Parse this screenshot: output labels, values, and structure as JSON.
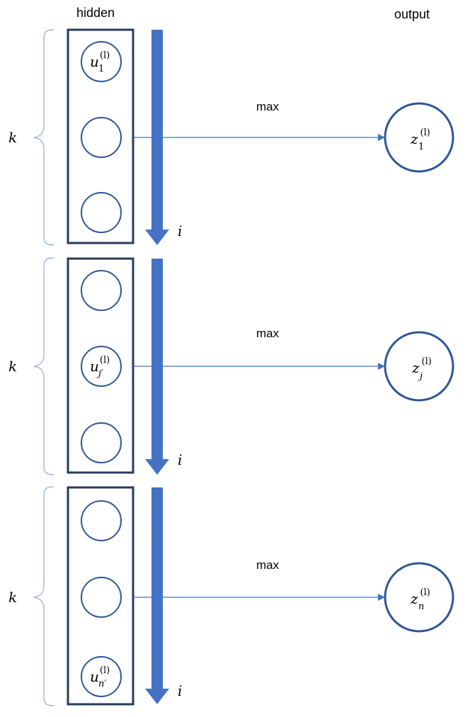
{
  "headers": {
    "hidden": "hidden",
    "output": "output"
  },
  "colors": {
    "box_border": "#263b5c",
    "node_border": "#2f5597",
    "arrow_fill": "#4472c4",
    "brace": "#8faadc"
  },
  "groups": [
    {
      "k_label": "k",
      "i_label": "i",
      "max_label": "max",
      "nodes": [
        {
          "base": "u",
          "sub": "1",
          "sup": "(l)"
        },
        {
          "base": "",
          "sub": "",
          "sup": ""
        },
        {
          "base": "",
          "sub": "",
          "sup": ""
        }
      ],
      "output": {
        "base": "z",
        "sub": "1",
        "sup": "(l)"
      }
    },
    {
      "k_label": "k",
      "i_label": "i",
      "max_label": "max",
      "nodes": [
        {
          "base": "",
          "sub": "",
          "sup": ""
        },
        {
          "base": "u",
          "sub": "j′",
          "sup": "(l)"
        },
        {
          "base": "",
          "sub": "",
          "sup": ""
        }
      ],
      "output": {
        "base": "z",
        "sub": "j",
        "sup": "(l)"
      }
    },
    {
      "k_label": "k",
      "i_label": "i",
      "max_label": "max",
      "nodes": [
        {
          "base": "",
          "sub": "",
          "sup": ""
        },
        {
          "base": "",
          "sub": "",
          "sup": ""
        },
        {
          "base": "u",
          "sub": "n′",
          "sup": "(l)"
        }
      ],
      "output": {
        "base": "z",
        "sub": "n",
        "sup": "(l)"
      }
    }
  ]
}
